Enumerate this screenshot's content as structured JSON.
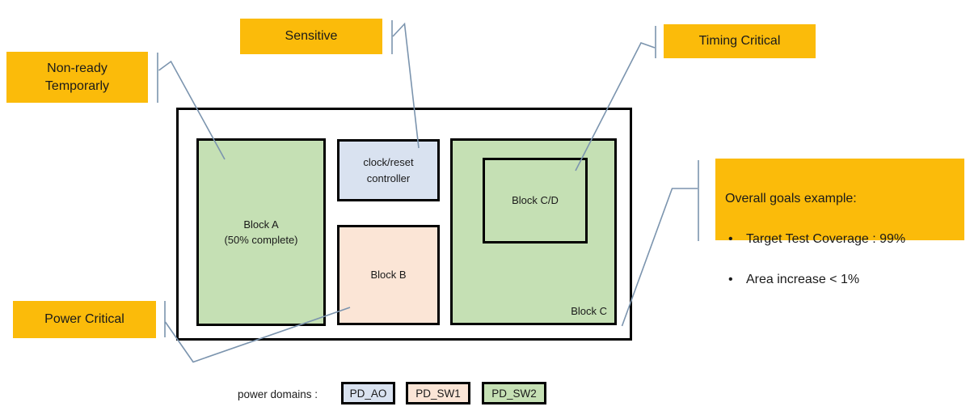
{
  "colors": {
    "yellow": "#FBBB0A",
    "green": "#C5E0B4",
    "blue": "#D9E2F0",
    "peach": "#FBE5D6",
    "connector": "#7B94AE",
    "border": "#000000"
  },
  "callouts": {
    "non_ready": "Non-ready\nTemporarly",
    "sensitive": "Sensitive",
    "timing_critical": "Timing Critical",
    "power_critical": "Power Critical",
    "goals": {
      "title": "Overall goals example:",
      "bullets": [
        "Target Test Coverage : 99%",
        "Area increase < 1%"
      ]
    }
  },
  "diagram": {
    "block_a": "Block A\n(50% complete)",
    "clock_reset": "clock/reset\ncontroller",
    "block_b": "Block B",
    "block_c": "Block C",
    "block_cd": "Block C/D"
  },
  "legend": {
    "label": "power domains :",
    "items": [
      {
        "name": "PD_AO",
        "color": "#D9E2F0"
      },
      {
        "name": "PD_SW1",
        "color": "#FBE5D6"
      },
      {
        "name": "PD_SW2",
        "color": "#C5E0B4"
      }
    ]
  }
}
